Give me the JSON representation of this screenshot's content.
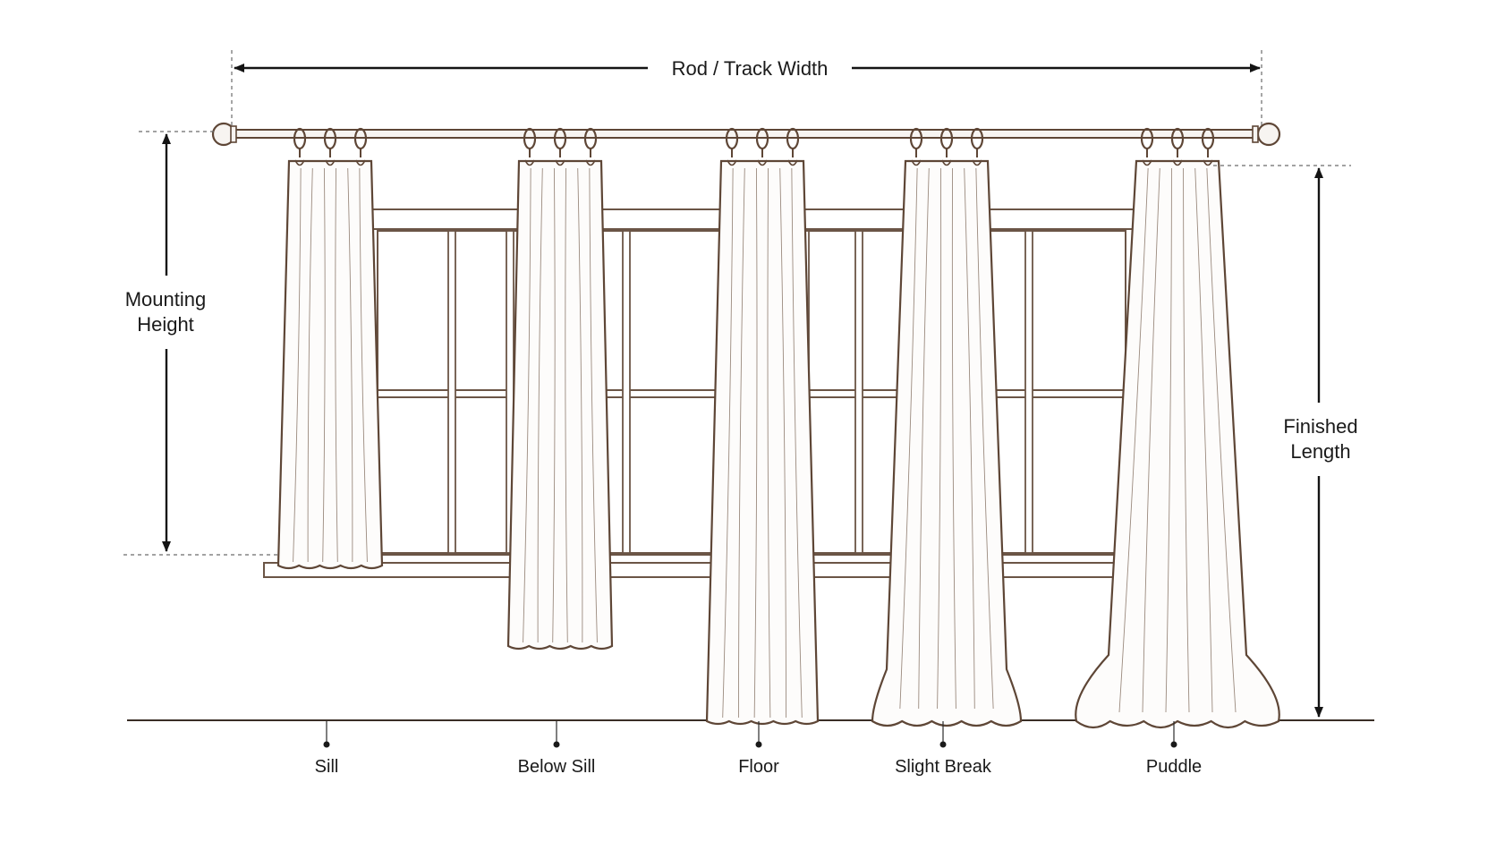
{
  "dimensions": {
    "rod_width": "Rod / Track Width",
    "mounting_height_line1": "Mounting",
    "mounting_height_line2": "Height",
    "finished_length_line1": "Finished",
    "finished_length_line2": "Length"
  },
  "curtain_lengths": [
    {
      "label": "Sill"
    },
    {
      "label": "Below Sill"
    },
    {
      "label": "Floor"
    },
    {
      "label": "Slight Break"
    },
    {
      "label": "Puddle"
    }
  ],
  "colors": {
    "outline": "#5e4636",
    "arrows": "#141414",
    "background": "#ffffff"
  }
}
